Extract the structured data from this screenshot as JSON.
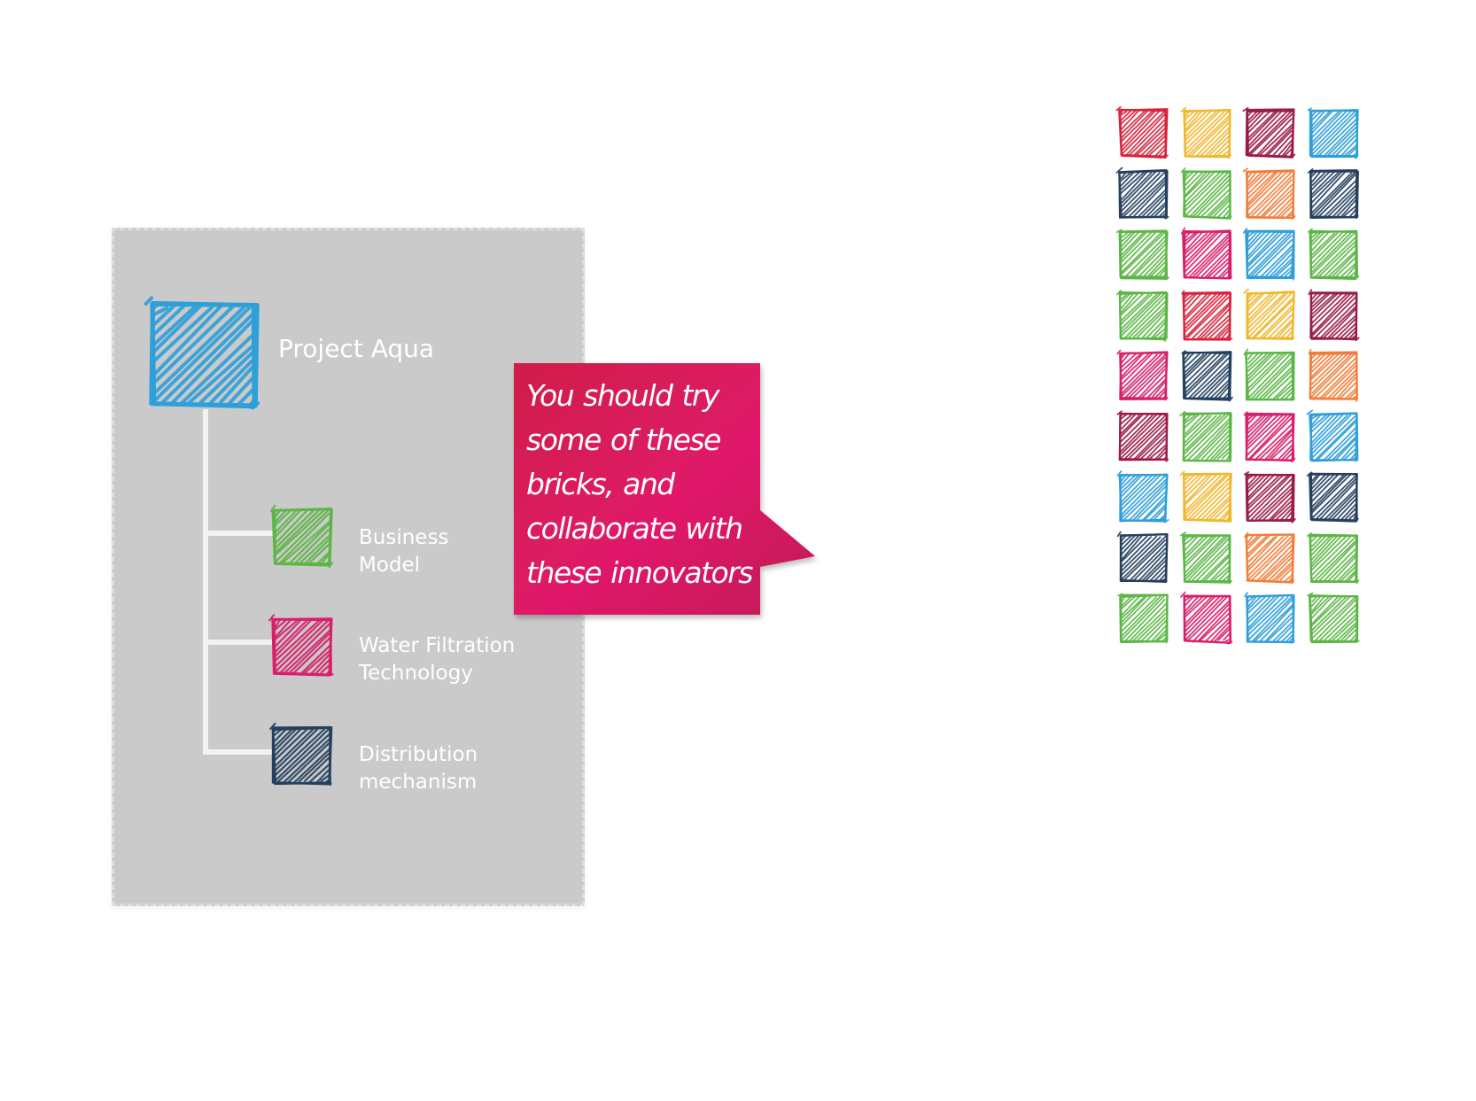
{
  "project": {
    "title": "Project Aqua",
    "children": [
      {
        "label_line1": "Business",
        "label_line2": "Model",
        "color": "#5cb646"
      },
      {
        "label_line1": "Water Filtration",
        "label_line2": "Technology",
        "color": "#d81f6a"
      },
      {
        "label_line1": "Distribution",
        "label_line2": "mechanism",
        "color": "#24405e"
      }
    ]
  },
  "callout": {
    "lines": [
      "You should try",
      "some of these",
      "bricks, and",
      "collaborate with",
      "these innovators"
    ],
    "color": "#d81f5c"
  },
  "colors": {
    "blue": "#2e9fd9",
    "green": "#5cb646",
    "pink": "#d81f6a",
    "navy": "#24405e",
    "red": "#d7233d",
    "yellow": "#f0b72f",
    "maroon": "#9a1b44",
    "orange": "#f07e3a"
  },
  "brick_grid": [
    [
      "red",
      "yellow",
      "maroon",
      "blue"
    ],
    [
      "navy",
      "green",
      "orange",
      "navy"
    ],
    [
      "green",
      "pink",
      "blue",
      "green"
    ],
    [
      "green",
      "red",
      "yellow",
      "maroon"
    ],
    [
      "pink",
      "navy",
      "green",
      "orange"
    ],
    [
      "maroon",
      "green",
      "pink",
      "blue"
    ],
    [
      "blue",
      "yellow",
      "maroon",
      "navy"
    ],
    [
      "navy",
      "green",
      "orange",
      "green"
    ],
    [
      "green",
      "pink",
      "blue",
      "green"
    ]
  ]
}
